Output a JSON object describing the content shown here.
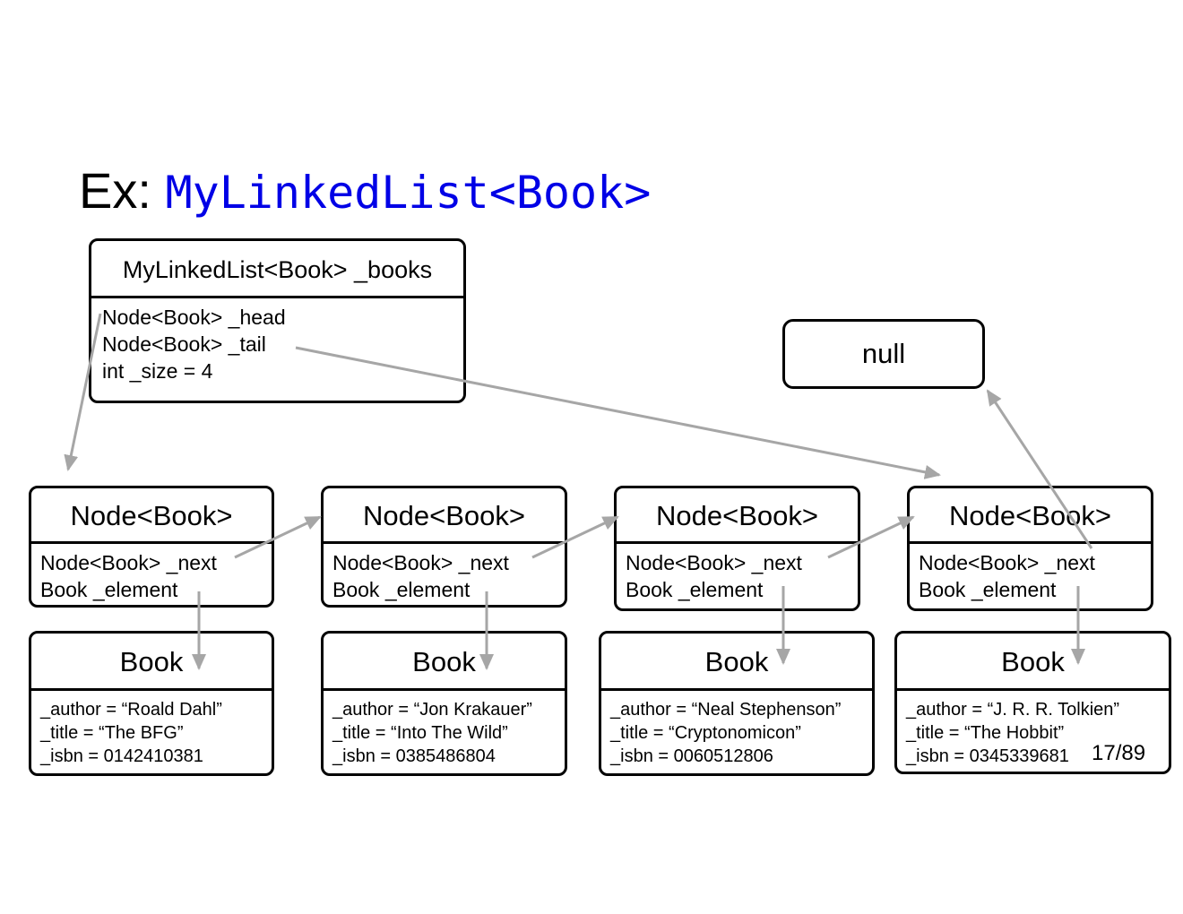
{
  "title": {
    "prefix": "Ex:",
    "code": "MyLinkedList<Book>"
  },
  "list": {
    "header": "MyLinkedList<Book>  _books",
    "fields": [
      "Node<Book> _head",
      "Node<Book> _tail",
      "int _size = 4"
    ]
  },
  "null_label": "null",
  "nodes": [
    {
      "header": "Node<Book>",
      "next": "Node<Book> _next",
      "element": "Book _element"
    },
    {
      "header": "Node<Book>",
      "next": "Node<Book> _next",
      "element": "Book _element"
    },
    {
      "header": "Node<Book>",
      "next": "Node<Book> _next",
      "element": "Book _element"
    },
    {
      "header": "Node<Book>",
      "next": "Node<Book> _next",
      "element": "Book _element"
    }
  ],
  "books": [
    {
      "header": "Book",
      "author": "_author = “Roald Dahl”",
      "title": "_title = “The BFG”",
      "isbn": "_isbn = 0142410381"
    },
    {
      "header": "Book",
      "author": "_author = “Jon Krakauer”",
      "title": "_title = “Into The Wild”",
      "isbn": "_isbn = 0385486804"
    },
    {
      "header": "Book",
      "author": "_author = “Neal Stephenson”",
      "title": "_title = “Cryptonomicon”",
      "isbn": "_isbn = 0060512806"
    },
    {
      "header": "Book",
      "author": "_author = “J. R. R. Tolkien”",
      "title": "_title = “The Hobbit”",
      "isbn": "_isbn = 0345339681"
    }
  ],
  "page_number": "17/89",
  "colors": {
    "code": "#0000e6",
    "arrow": "#a6a6a6",
    "border": "#000000"
  }
}
